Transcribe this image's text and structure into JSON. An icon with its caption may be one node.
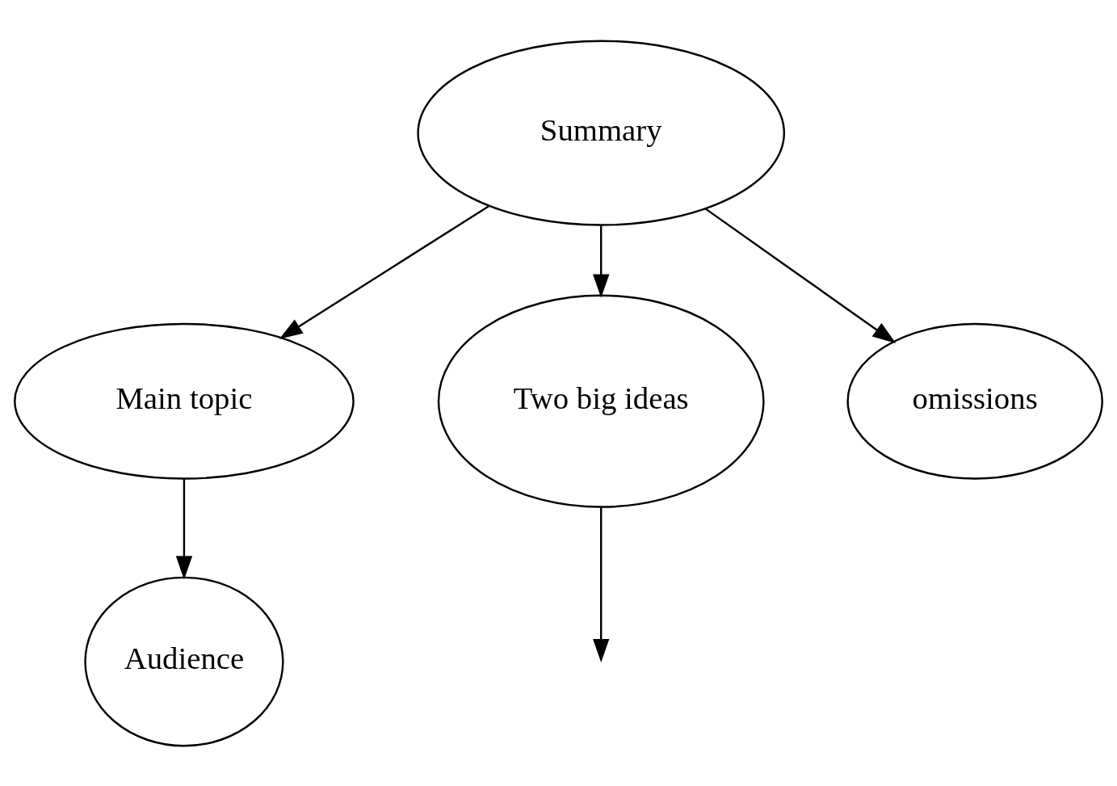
{
  "diagram": {
    "nodes": [
      {
        "text": [
          "Summary"
        ]
      },
      {
        "text": [
          "Main topic"
        ]
      },
      {
        "text": [
          "Two big ideas"
        ]
      },
      {
        "text": [
          "omissions"
        ]
      },
      {
        "text": [
          "Audience"
        ]
      }
    ],
    "edges": [
      {
        "from": 0,
        "to": 1,
        "arrow": "to"
      },
      {
        "from": 0,
        "to": 2,
        "arrow": "to"
      },
      {
        "from": 0,
        "to": 3,
        "arrow": "to"
      },
      {
        "from": 1,
        "to": 4,
        "arrow": "to"
      },
      {
        "from": 2,
        "to": null,
        "arrow": "to"
      }
    ]
  }
}
